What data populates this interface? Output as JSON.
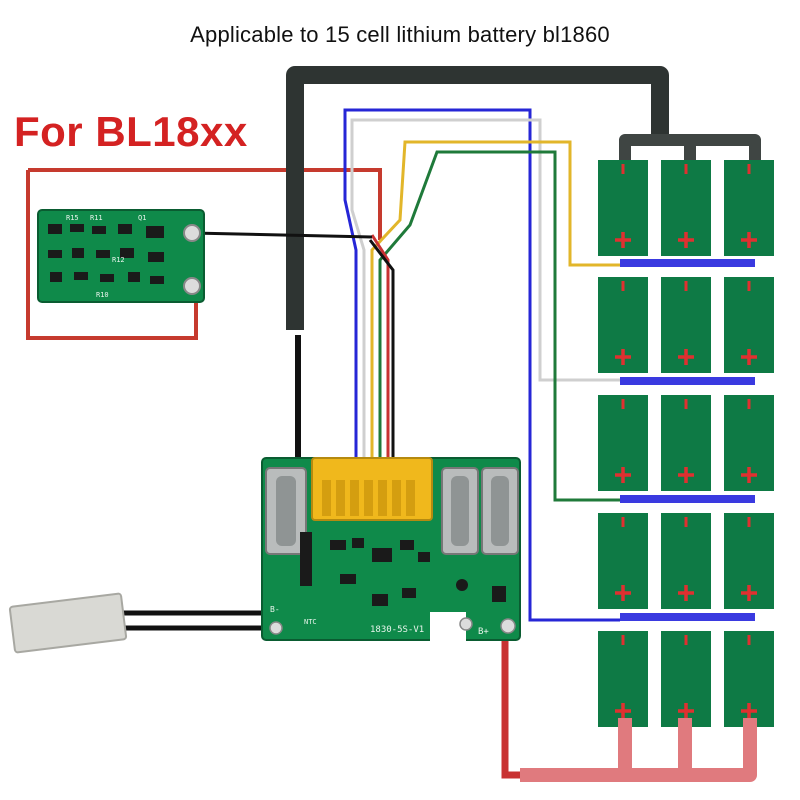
{
  "title": "Applicable to 15 cell lithium battery  bl1860",
  "model_label": "For BL18xx",
  "small_board": {
    "silkscreen": [
      "R15",
      "R11",
      "Q1",
      "R12",
      "R10"
    ]
  },
  "main_board": {
    "silkscreen": [
      "1830-5S-V1",
      "B+",
      "B-",
      "NTC"
    ]
  },
  "battery": {
    "rows": 5,
    "cols": 3,
    "cell_color": "#0e7a45",
    "plus_color": "#e03030",
    "minus_color": "#e03030"
  },
  "colors": {
    "black_wire": "#2e3432",
    "blue_wire": "#2626d6",
    "white_wire": "#e8e8e8",
    "yellow_wire": "#e2b62a",
    "green_wire": "#1f7a3a",
    "red_wire": "#c83232",
    "red_busbar": "#e07a7e",
    "dark_busbar": "#3f4543",
    "blue_busbar": "#3a3ae0",
    "outline_red": "#c63a2e"
  }
}
